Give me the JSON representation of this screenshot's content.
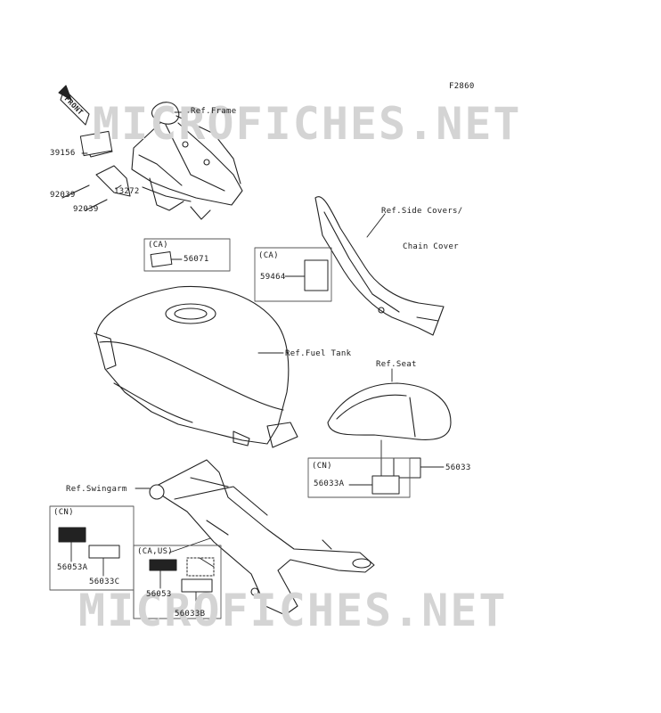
{
  "figure_code": "F2860",
  "watermark": "MICROFICHES.NET",
  "front_arrow": "FRONT",
  "refs": {
    "frame": "Ref.Frame",
    "side_covers": "Ref.Side Covers/",
    "chain_cover": "Chain Cover",
    "fuel_tank": "Ref.Fuel Tank",
    "seat": "Ref.Seat",
    "swingarm": "Ref.Swingarm"
  },
  "regions": {
    "ca": "(CA)",
    "cn": "(CN)",
    "ca_us": "(CA,US)"
  },
  "parts": {
    "p39156": "39156",
    "p92039a": "92039",
    "p92039b": "92039",
    "p13272": "13272",
    "p56071": "56071",
    "p59464": "59464",
    "p56033": "56033",
    "p56033a": "56033A",
    "p56053a": "56053A",
    "p56033c": "56033C",
    "p56053": "56053",
    "p56033b": "56033B"
  }
}
